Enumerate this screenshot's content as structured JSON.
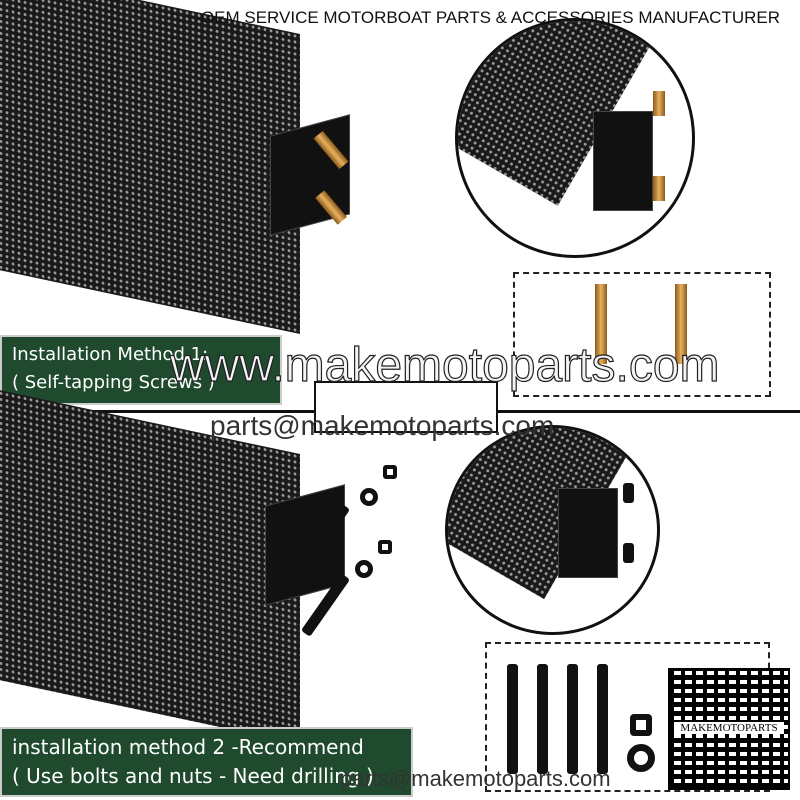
{
  "header": {
    "title": "OEM SERVICE MOTORBOAT PARTS & ACCESSORIES MANUFACTURER"
  },
  "method1": {
    "title": "Installation Method 1:",
    "subtitle": "( Self-tapping Screws )"
  },
  "method2": {
    "title": "installation method 2 -Recommend",
    "subtitle": "( Use bolts and nuts - Need drilling )"
  },
  "watermarks": {
    "large": "www.makemotoparts.com",
    "middle": "parts@makemotoparts.com",
    "bottom": "parts@makemotoparts.com"
  },
  "qr": {
    "label": "MAKEMOTOPARTS"
  },
  "colors": {
    "banner": "#1f4a2e",
    "basket": "#1a1a1a",
    "screw": "#c8903a"
  }
}
